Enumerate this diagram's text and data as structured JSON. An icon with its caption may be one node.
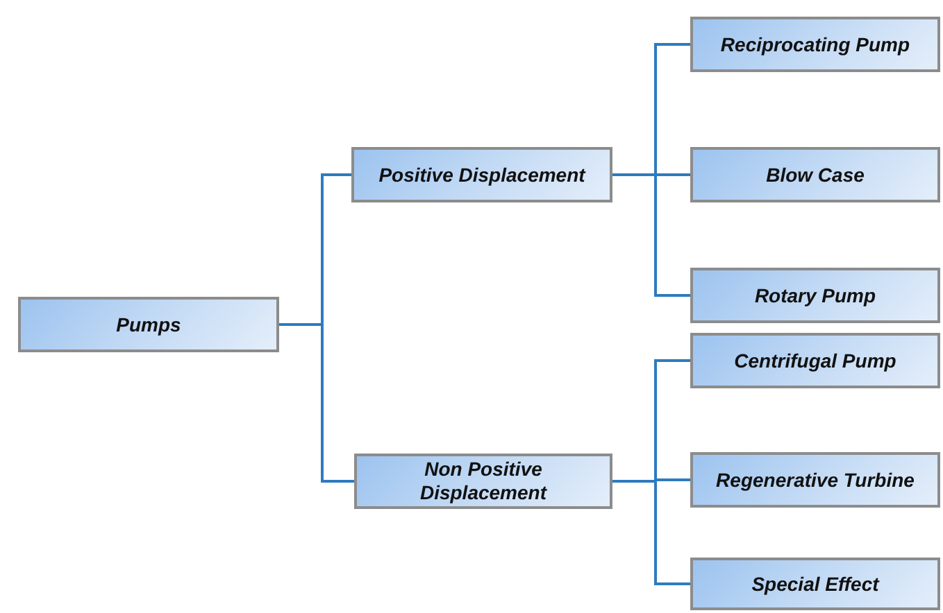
{
  "diagram": {
    "nodes": [
      {
        "text": [
          "Pumps"
        ]
      },
      {
        "text": [
          "Positive Displacement"
        ]
      },
      {
        "text": [
          "Non Positive Displacement"
        ]
      },
      {
        "text": [
          "Reciprocating Pump"
        ]
      },
      {
        "text": [
          "Blow Case"
        ]
      },
      {
        "text": [
          "Rotary Pump"
        ]
      },
      {
        "text": [
          "Centrifugal Pump"
        ]
      },
      {
        "text": [
          "Regenerative Turbine"
        ]
      },
      {
        "text": [
          "Special Effect"
        ]
      }
    ],
    "edges": [
      {
        "from": 0,
        "to": 1,
        "arrow": "none"
      },
      {
        "from": 0,
        "to": 2,
        "arrow": "none"
      },
      {
        "from": 1,
        "to": 3,
        "arrow": "none"
      },
      {
        "from": 1,
        "to": 4,
        "arrow": "none"
      },
      {
        "from": 1,
        "to": 5,
        "arrow": "none"
      },
      {
        "from": 2,
        "to": 6,
        "arrow": "none"
      },
      {
        "from": 2,
        "to": 7,
        "arrow": "none"
      },
      {
        "from": 2,
        "to": 8,
        "arrow": "none"
      }
    ]
  }
}
